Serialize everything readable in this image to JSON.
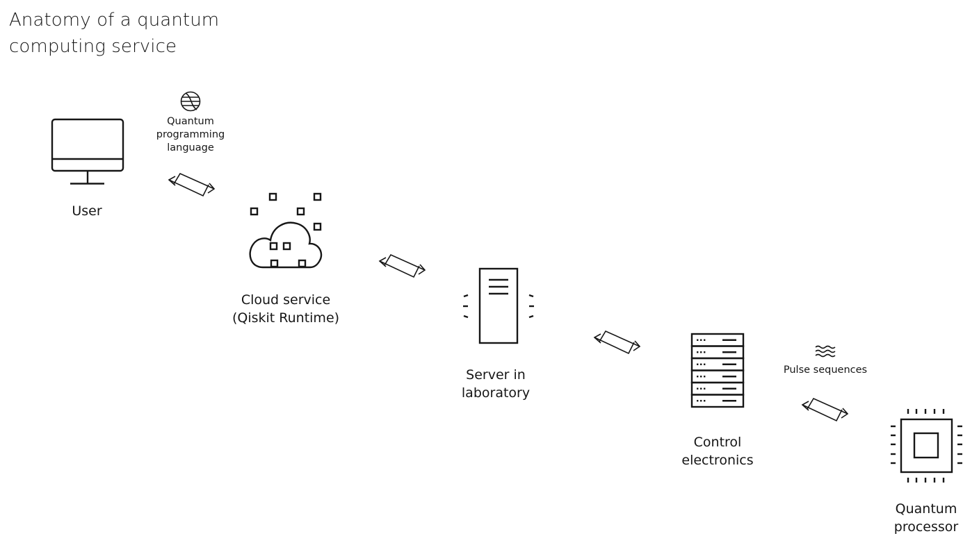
{
  "title": "Anatomy of a quantum computing service",
  "title_lines": [
    "Anatomy of a quantum",
    "computing service"
  ],
  "nodes": [
    {
      "id": "user",
      "label_lines": [
        "User"
      ],
      "icon": "monitor-icon"
    },
    {
      "id": "cloud",
      "label_lines": [
        "Cloud service",
        "(Qiskit Runtime)"
      ],
      "icon": "cloud-icon"
    },
    {
      "id": "server",
      "label_lines": [
        "Server in",
        "laboratory"
      ],
      "icon": "server-icon"
    },
    {
      "id": "control",
      "label_lines": [
        "Control",
        "electronics"
      ],
      "icon": "rack-icon"
    },
    {
      "id": "qpu",
      "label_lines": [
        "Quantum",
        "processor"
      ],
      "icon": "chip-icon"
    }
  ],
  "annotations": [
    {
      "id": "language",
      "label_lines": [
        "Quantum",
        "programming",
        "language"
      ],
      "icon": "globe-icon"
    },
    {
      "id": "pulses",
      "label_lines": [
        "Pulse sequences"
      ],
      "icon": "wave-icon"
    }
  ],
  "connectors": [
    "exchange-arrows-icon",
    "exchange-arrows-icon",
    "exchange-arrows-icon",
    "exchange-arrows-icon"
  ],
  "colors": {
    "ink": "#161616",
    "background": "#ffffff"
  }
}
